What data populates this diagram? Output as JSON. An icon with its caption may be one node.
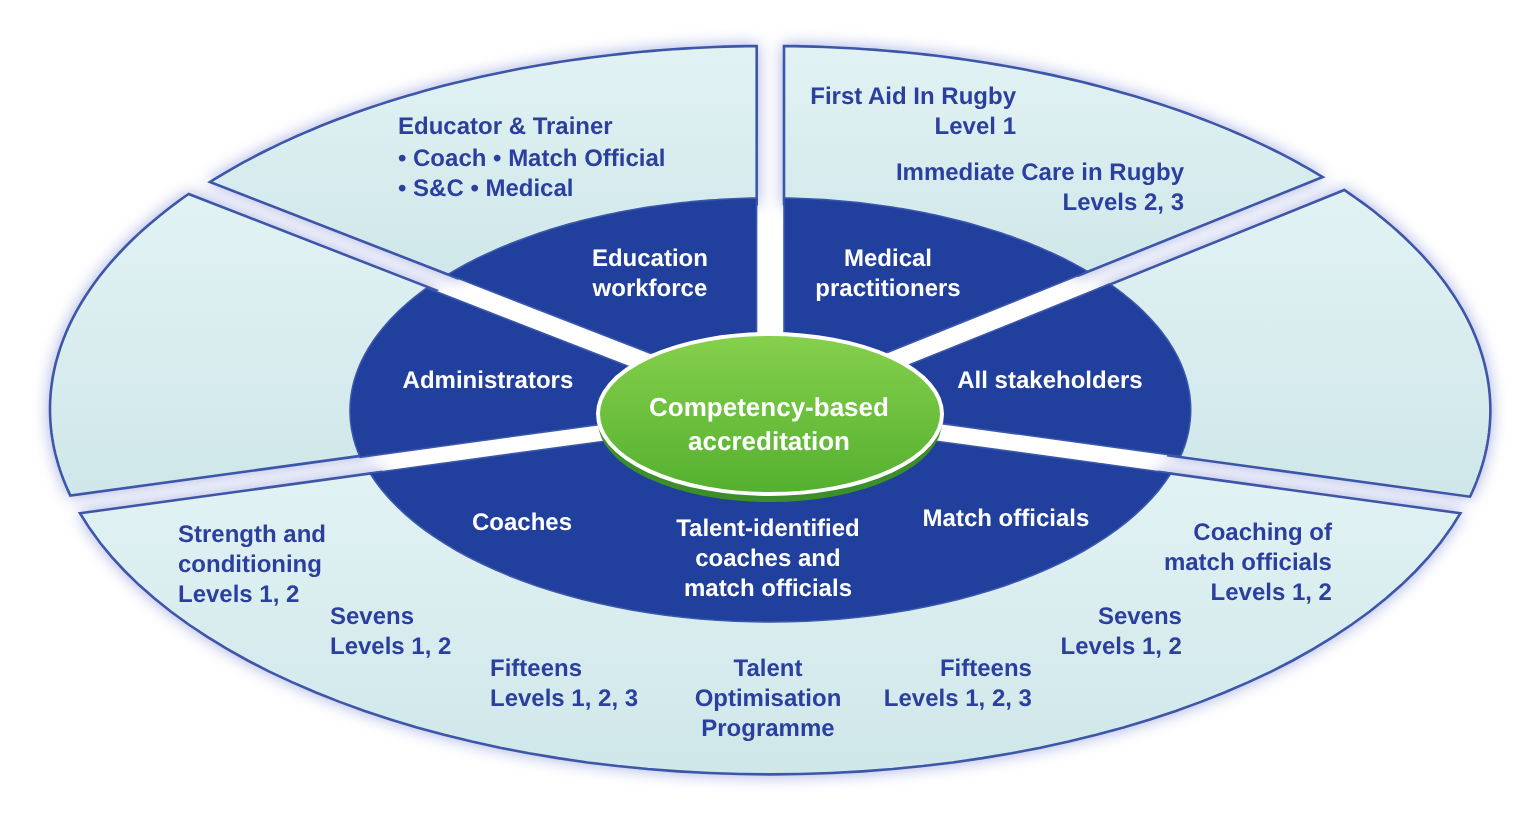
{
  "diagram": {
    "nodes": [
      {
        "text": [
          "Educator & Trainer",
          "• Coach • Match Official",
          "• S&C • Medical"
        ]
      },
      {
        "text": [
          "First Aid In Rugby Level 1",
          "Immediate Care in Rugby Levels 2, 3"
        ]
      },
      {
        "text": [],
        "shape": "sector"
      },
      {
        "text": [],
        "shape": "sector"
      },
      {
        "text": [
          "Strength and conditioning Levels 1, 2",
          "Sevens Levels 1, 2",
          "Fifteens Levels 1, 2, 3",
          "Talent Optimisation Programme",
          "Fifteens Levels 1, 2, 3",
          "Sevens Levels 1, 2",
          "Coaching of match officials Levels 1, 2"
        ]
      },
      {
        "text": [
          "Education workforce"
        ]
      },
      {
        "text": [
          "Medical practitioners"
        ]
      },
      {
        "text": [
          "Administrators"
        ]
      },
      {
        "text": [
          "All stakeholders"
        ]
      },
      {
        "text": [
          "Coaches",
          "Talent-identified coaches and match officials",
          "Match officials"
        ]
      },
      {
        "text": [
          "Competency-based accreditation"
        ]
      }
    ]
  }
}
